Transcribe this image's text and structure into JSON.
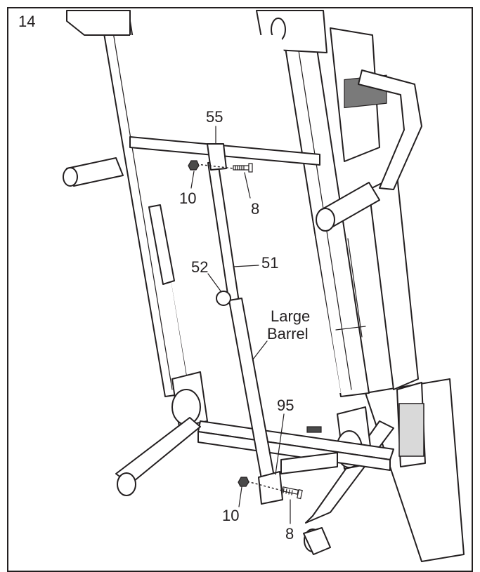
{
  "step_number": "14",
  "callouts": {
    "part_55": "55",
    "part_10_top": "10",
    "part_8_top": "8",
    "part_52": "52",
    "part_51": "51",
    "large_barrel_line1": "Large",
    "large_barrel_line2": "Barrel",
    "part_95": "95",
    "part_10_bottom": "10",
    "part_8_bottom": "8"
  }
}
